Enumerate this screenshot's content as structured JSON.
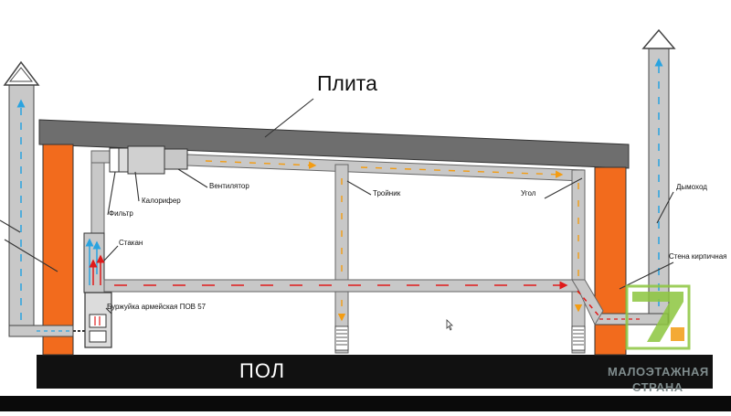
{
  "labels": {
    "plita": "Плита",
    "ventilyator": "Вентилятор",
    "kalorifer": "Калорифер",
    "filtr": "Фильтр",
    "stakan": "Стакан",
    "burzhuyka": "Буржуйка армейская ПОВ 57",
    "troynik": "Тройник",
    "ugol": "Угол",
    "dymokhod": "Дымоход",
    "stena": "Стена кирпичная",
    "pol": "ПОЛ"
  },
  "brand": {
    "line1": "МАЛОЭТАЖНАЯ",
    "line2": "СТРАНА",
    "color": "#8dc63f"
  },
  "colors": {
    "slab": "#6e6e6e",
    "wall": "#f26b1d",
    "duct": "#c8c8c8",
    "arrow_hot": "#e01a1a",
    "arrow_warm": "#f39c12",
    "arrow_cold": "#29a3e0",
    "floor": "#111111"
  }
}
